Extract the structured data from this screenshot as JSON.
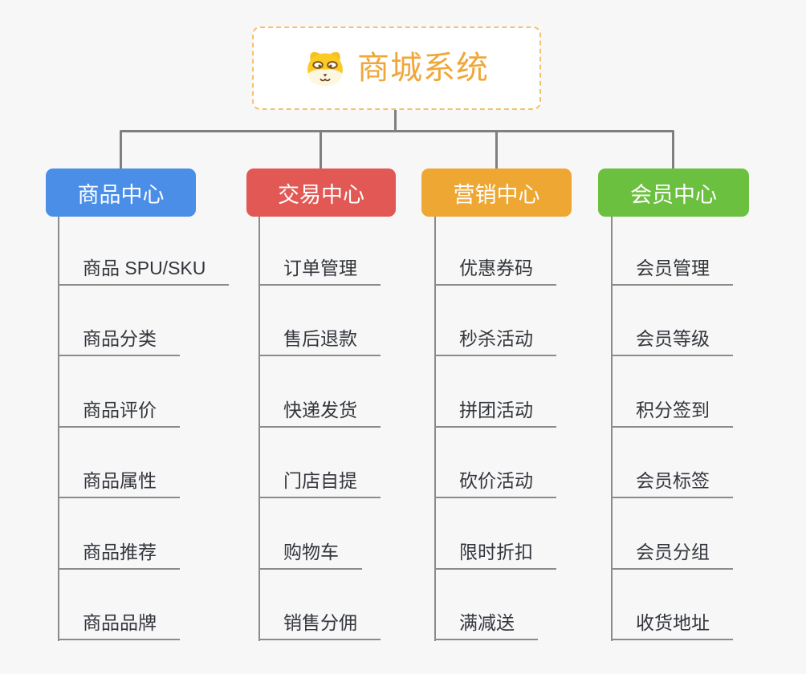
{
  "root": {
    "title": "商城系统",
    "icon": "dog-icon"
  },
  "colors": {
    "background": "#f7f7f8",
    "root_border": "#f3c271",
    "root_text": "#f0a73a",
    "connector": "#7f7f7f",
    "child_underline": "#8b8b8b"
  },
  "branches": [
    {
      "label": "商品中心",
      "color": "#4a8ee8",
      "children": [
        "商品 SPU/SKU",
        "商品分类",
        "商品评价",
        "商品属性",
        "商品推荐",
        "商品品牌"
      ]
    },
    {
      "label": "交易中心",
      "color": "#e25854",
      "children": [
        "订单管理",
        "售后退款",
        "快递发货",
        "门店自提",
        "购物车",
        "销售分佣"
      ]
    },
    {
      "label": "营销中心",
      "color": "#eea733",
      "children": [
        "优惠券码",
        "秒杀活动",
        "拼团活动",
        "砍价活动",
        "限时折扣",
        "满减送"
      ]
    },
    {
      "label": "会员中心",
      "color": "#6bc03f",
      "children": [
        "会员管理",
        "会员等级",
        "积分签到",
        "会员标签",
        "会员分组",
        "收货地址"
      ]
    }
  ]
}
